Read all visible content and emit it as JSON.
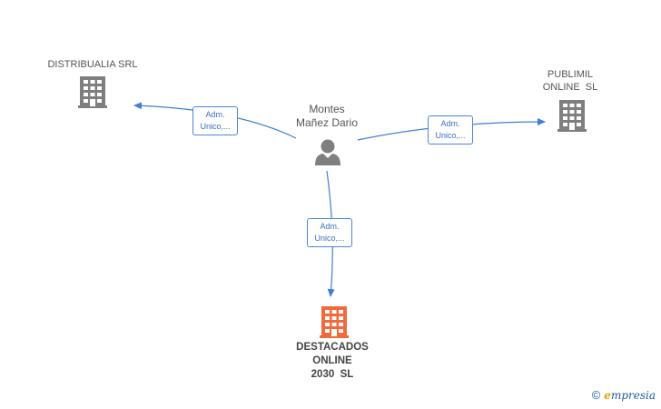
{
  "diagram": {
    "person": {
      "name_line1": "Montes",
      "name_line2": "Mañez Dario",
      "icon": "person-icon"
    },
    "companies": [
      {
        "id": "distribualia",
        "lines": [
          "DISTRIBUALIA SRL"
        ],
        "icon": "building-icon",
        "color": "#7f7f7f"
      },
      {
        "id": "publimil",
        "lines": [
          "PUBLIMIL",
          "ONLINE  SL"
        ],
        "icon": "building-icon",
        "color": "#7f7f7f"
      },
      {
        "id": "destacados",
        "lines": [
          "DESTACADOS",
          "ONLINE",
          "2030  SL"
        ],
        "icon": "building-icon",
        "color": "#f26a3c"
      }
    ],
    "edges": [
      {
        "to": "distribualia",
        "label_line1": "Adm.",
        "label_line2": "Unico,..."
      },
      {
        "to": "publimil",
        "label_line1": "Adm.",
        "label_line2": "Unico,..."
      },
      {
        "to": "destacados",
        "label_line1": "Adm.",
        "label_line2": "Unico,..."
      }
    ],
    "edge_color": "#3f7fd6"
  },
  "footer": {
    "copyright_symbol": "©",
    "brand_e": "e",
    "brand_rest": "mpresia"
  }
}
